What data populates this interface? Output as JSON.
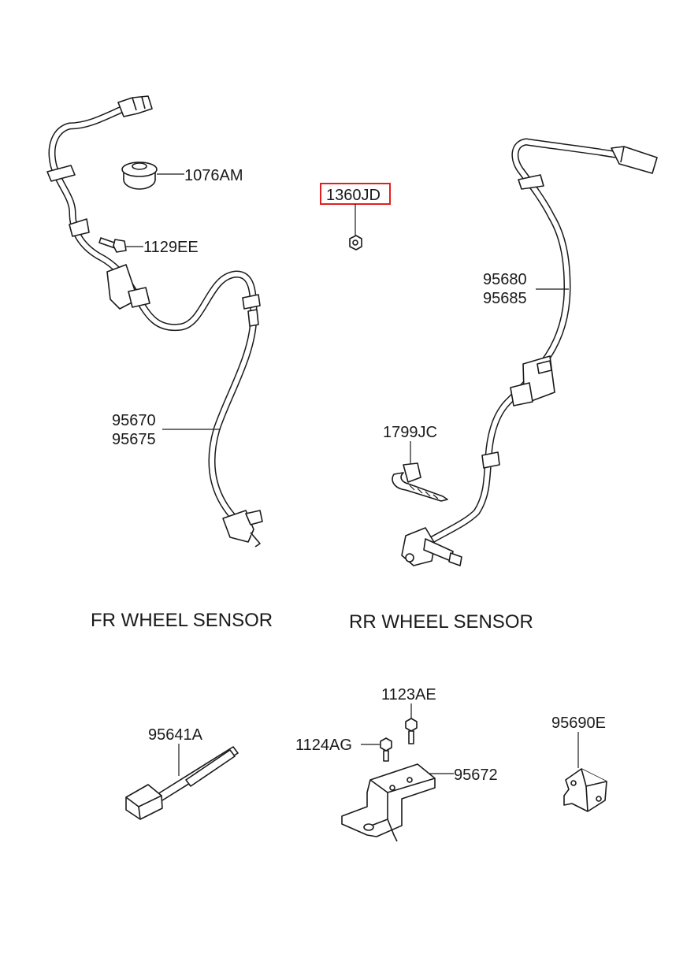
{
  "parts": {
    "grommet": "1076AM",
    "bolt_front": "1129EE",
    "nut_highlighted": "1360JD",
    "front_sensor_1": "95670",
    "front_sensor_2": "95675",
    "rear_sensor_1": "95680",
    "rear_sensor_2": "95685",
    "clip": "1799JC",
    "sensor_95641": "95641A",
    "bolt_1123": "1123AE",
    "bolt_1124": "1124AG",
    "bracket": "95672",
    "sensor_95690": "95690E"
  },
  "sections": {
    "front": "FR WHEEL SENSOR",
    "rear": "RR WHEEL SENSOR"
  },
  "highlight_color": "#e02020"
}
